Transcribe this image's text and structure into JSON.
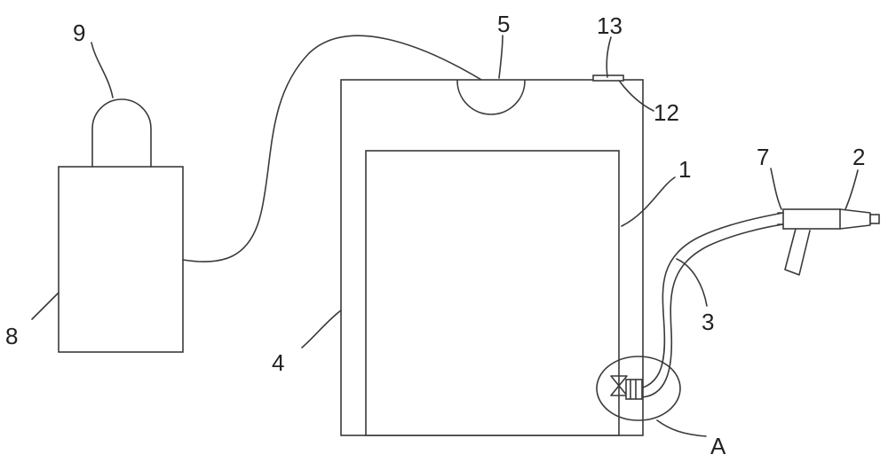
{
  "labels": {
    "l1": "1",
    "l2": "2",
    "l3": "3",
    "l4": "4",
    "l5": "5",
    "l7": "7",
    "l8": "8",
    "l9": "9",
    "l12": "12",
    "l13": "13",
    "lA": "A"
  },
  "colors": {
    "stroke": "#3a3a3a",
    "text": "#222222",
    "background": "#ffffff"
  }
}
